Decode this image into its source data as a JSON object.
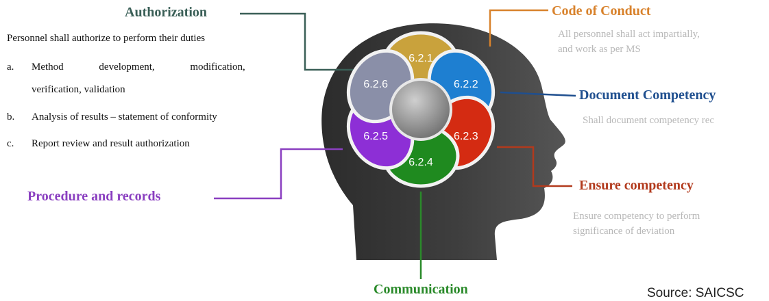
{
  "colors": {
    "authorization": "#3a5f57",
    "code_of_conduct": "#d8822c",
    "document_competency": "#1f4f8f",
    "ensure_competency": "#b23a1d",
    "communication": "#2a8a2a",
    "procedure": "#8a3fc0"
  },
  "authorization": {
    "title": "Authorization",
    "intro": "Personnel shall authorize to perform their duties",
    "items": [
      {
        "marker": "a.",
        "text": "Method development, modification,"
      },
      {
        "marker": "",
        "text": "verification, validation"
      },
      {
        "marker": "b.",
        "text": "Analysis of results – statement of conformity"
      },
      {
        "marker": "c.",
        "text": "Report review and result authorization"
      }
    ]
  },
  "code_of_conduct": {
    "title": "Code of Conduct",
    "line1": "All personnel shall act impartially,",
    "line2": "and work as per MS"
  },
  "document_competency": {
    "title": "Document Competency",
    "line1": "Shall document competency rec"
  },
  "ensure_competency": {
    "title": "Ensure competency",
    "line1": "Ensure competency to perform",
    "line2": "significance of deviation"
  },
  "procedure": {
    "title": "Procedure and records"
  },
  "communication": {
    "title": "Communication"
  },
  "petals": [
    {
      "label": "6.2.1",
      "color": "#c9a23c"
    },
    {
      "label": "6.2.2",
      "color": "#1e7fd1"
    },
    {
      "label": "6.2.3",
      "color": "#d42b12"
    },
    {
      "label": "6.2.4",
      "color": "#1f8a1f"
    },
    {
      "label": "6.2.5",
      "color": "#8d2fd6"
    },
    {
      "label": "6.2.6",
      "color": "#8a8fa8"
    }
  ],
  "source": "Source: SAICSC"
}
